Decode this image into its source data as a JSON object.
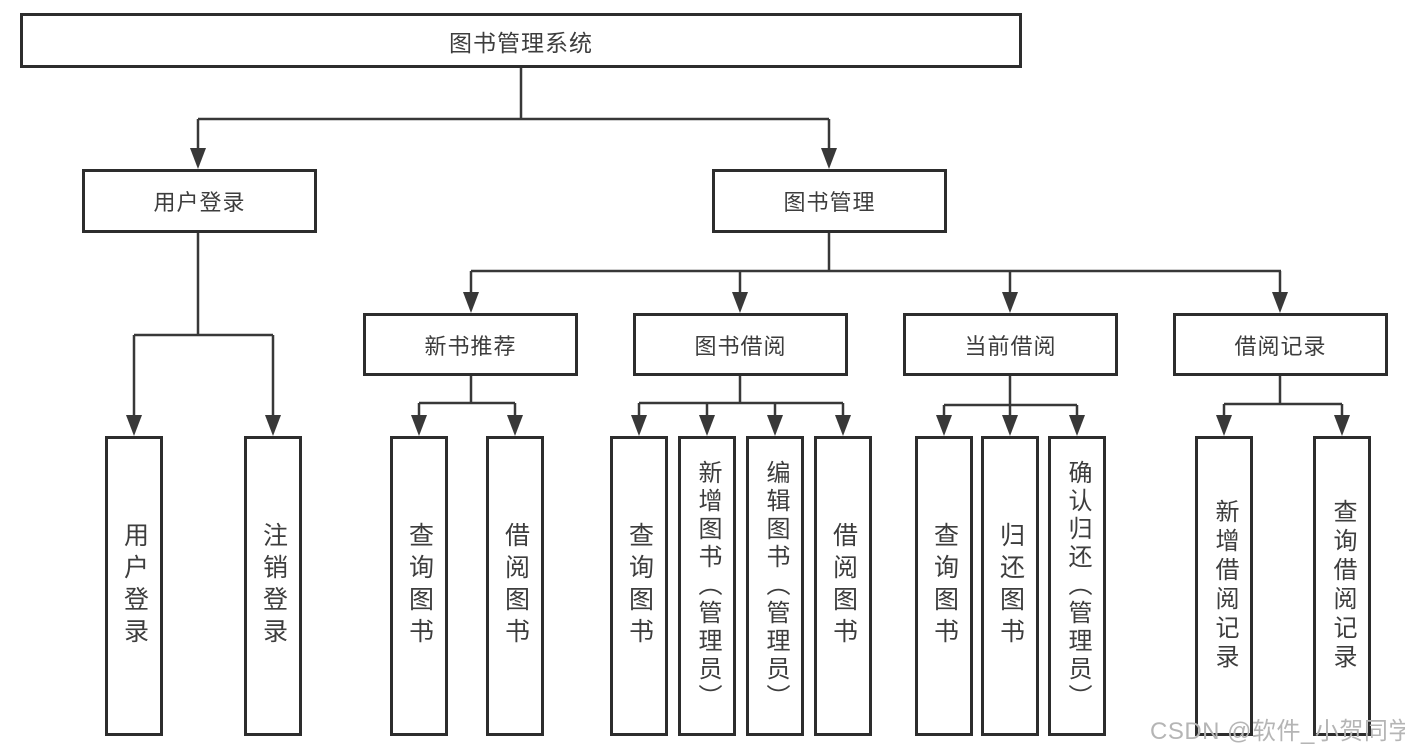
{
  "diagram": {
    "root": {
      "label": "图书管理系统"
    },
    "branches": [
      {
        "label": "用户登录",
        "children": [
          {
            "label": "用户登录"
          },
          {
            "label": "注销登录"
          }
        ]
      },
      {
        "label": "图书管理",
        "children": [
          {
            "label": "新书推荐",
            "children": [
              {
                "label": "查询图书"
              },
              {
                "label": "借阅图书"
              }
            ]
          },
          {
            "label": "图书借阅",
            "children": [
              {
                "label": "查询图书"
              },
              {
                "label": "新增图书（管理员）"
              },
              {
                "label": "编辑图书（管理员）"
              },
              {
                "label": "借阅图书"
              }
            ]
          },
          {
            "label": "当前借阅",
            "children": [
              {
                "label": "查询图书"
              },
              {
                "label": "归还图书"
              },
              {
                "label": "确认归还（管理员）"
              }
            ]
          },
          {
            "label": "借阅记录",
            "children": [
              {
                "label": "新增借阅记录"
              },
              {
                "label": "查询借阅记录"
              }
            ]
          }
        ]
      }
    ]
  },
  "watermark": {
    "text": "CSDN @软件_小贺同学"
  },
  "colors": {
    "line": "#383838",
    "box_border": "#2d2d2d",
    "text": "#3d3d3d",
    "watermark": "#b5b5b5",
    "background": "#ffffff"
  }
}
